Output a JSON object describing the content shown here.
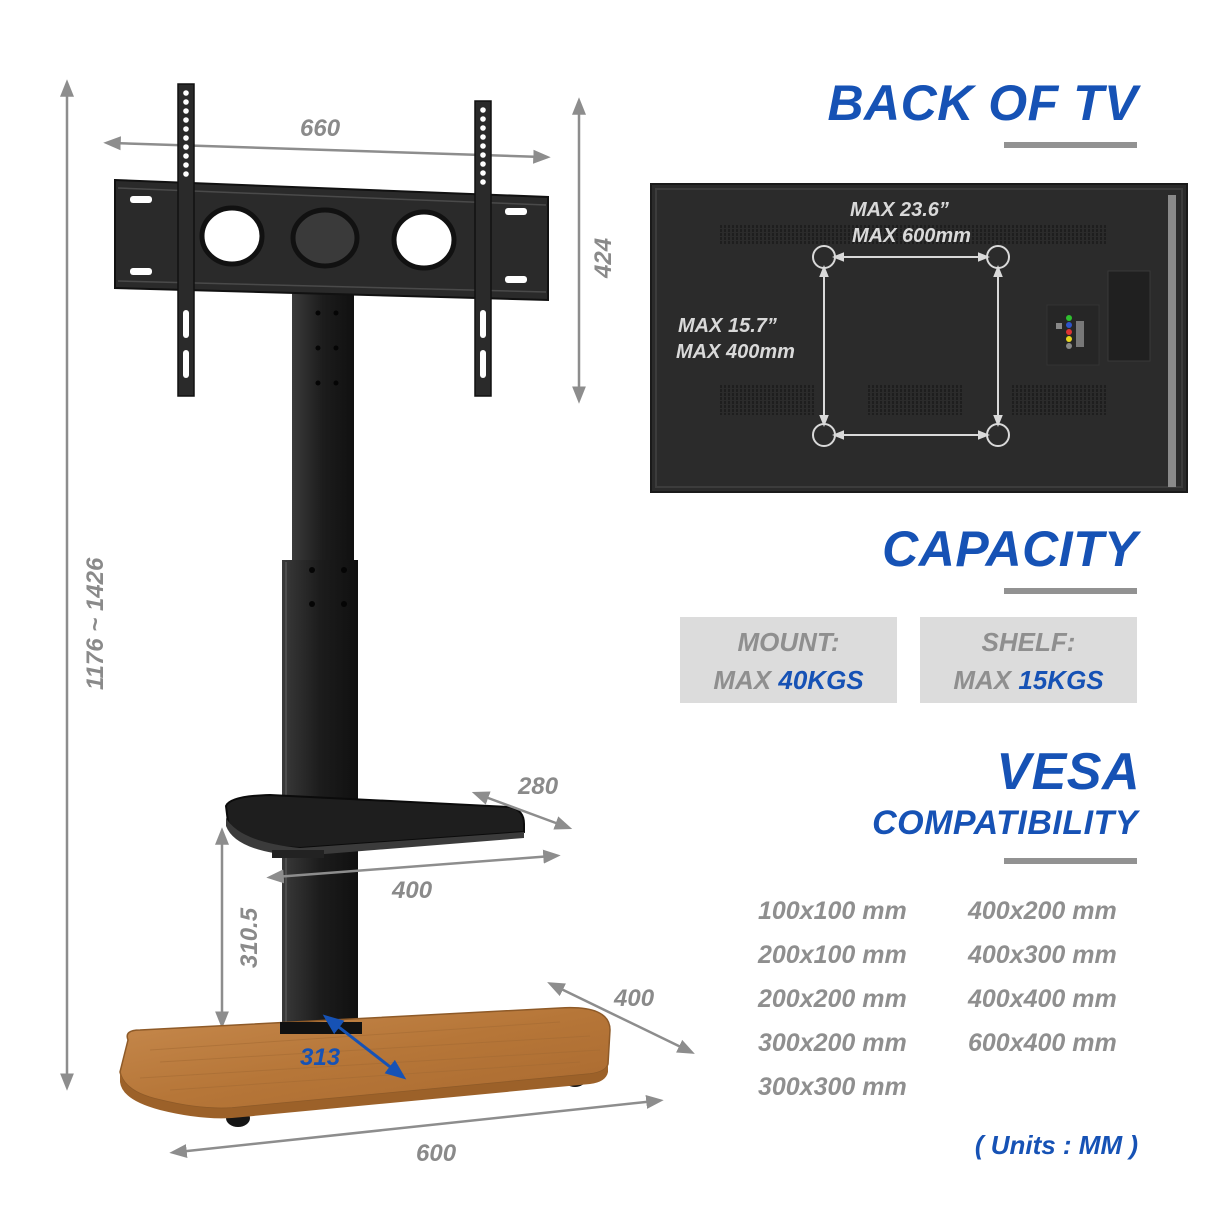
{
  "sections": {
    "back_of_tv": {
      "title": "BACK OF TV",
      "max_width_in": "MAX 23.6”",
      "max_width_mm": "MAX 600mm",
      "max_height_in": "MAX 15.7”",
      "max_height_mm": "MAX 400mm"
    },
    "capacity": {
      "title": "CAPACITY",
      "mount": {
        "label": "MOUNT:",
        "prefix": "MAX",
        "value": "40KGS"
      },
      "shelf": {
        "label": "SHELF:",
        "prefix": "MAX",
        "value": "15KGS"
      }
    },
    "vesa": {
      "title": "VESA",
      "subtitle": "COMPATIBILITY",
      "left_column": [
        "100x100 mm",
        "200x100 mm",
        "200x200 mm",
        "300x200 mm",
        "300x300 mm"
      ],
      "right_column": [
        "400x200 mm",
        "400x300 mm",
        "400x400 mm",
        "600x400 mm"
      ],
      "units_note": "( Units : MM )"
    }
  },
  "dimensions": {
    "mount_width": "660",
    "mount_height": "424",
    "total_height": "1176 ~ 1426",
    "shelf_depth": "280",
    "shelf_width": "400",
    "shelf_height": "310.5",
    "base_depth": "400",
    "base_width": "600",
    "pole_to_front": "313"
  },
  "colors": {
    "accent_blue": "#1652b5",
    "dimension_gray": "#8a8a8a",
    "bar_gray": "#929292",
    "box_gray": "#dcdcdc",
    "wood": "#b9773e"
  }
}
